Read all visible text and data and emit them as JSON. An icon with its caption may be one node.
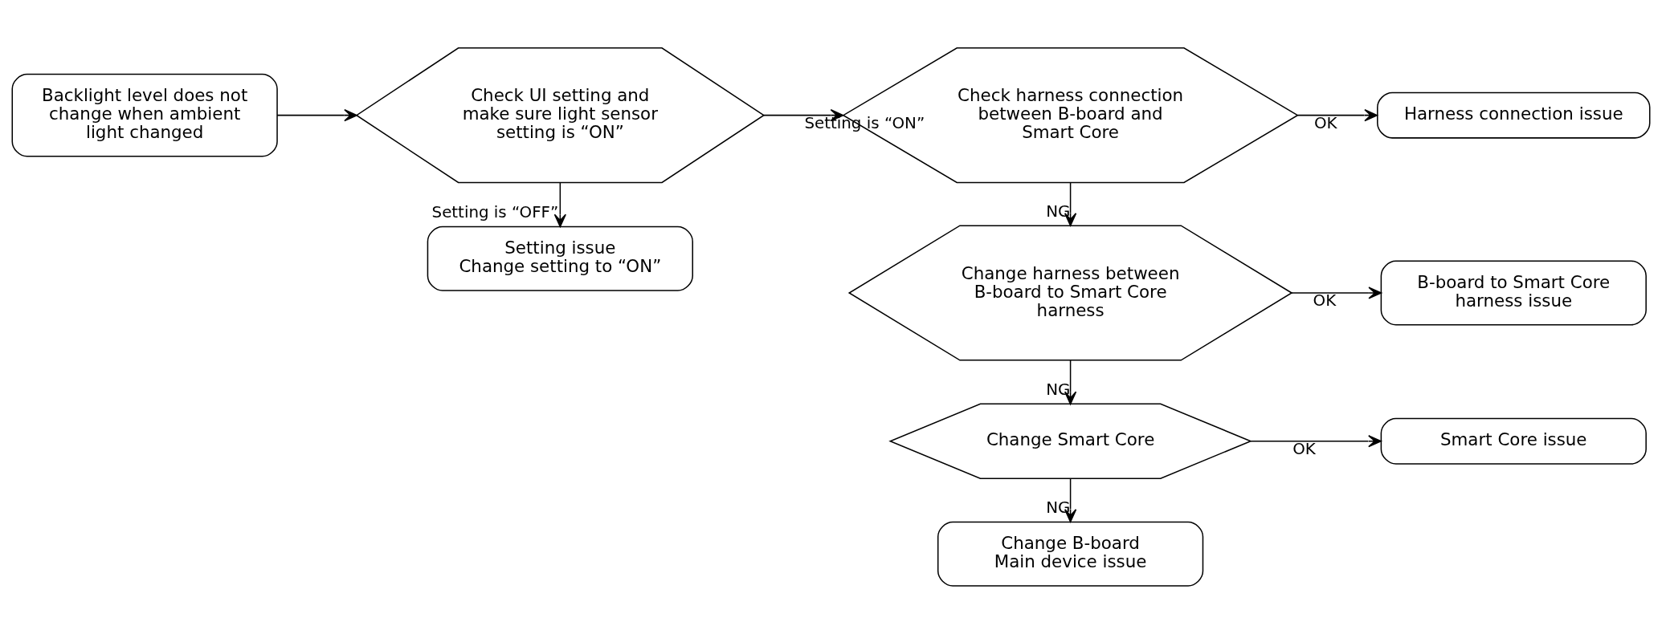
{
  "diagram": {
    "nodes": [
      {
        "text": [
          "Backlight level does not change when ambient light changed"
        ]
      },
      {
        "text": [
          "Check UI setting and make sure light sensor setting is “ON”"
        ]
      },
      {
        "text": [
          "Check harness connection between B-board and Smart Core"
        ]
      },
      {
        "text": [
          "Harness connection issue"
        ]
      },
      {
        "text": [
          "Setting issue",
          "Change setting to “ON”"
        ]
      },
      {
        "text": [
          "Change harness between B-board to Smart Core harness"
        ]
      },
      {
        "text": [
          "B-board to Smart Core harness issue"
        ]
      },
      {
        "text": [
          "Change Smart Core"
        ]
      },
      {
        "text": [
          "Smart Core issue"
        ]
      },
      {
        "text": [
          "Change B-board",
          "Main device issue"
        ]
      }
    ],
    "edges": [
      {
        "from": 0,
        "to": 1,
        "arrow": "to"
      },
      {
        "from": 1,
        "to": 2,
        "arrow": "to",
        "label": "Setting is “ON”"
      },
      {
        "from": 1,
        "to": 4,
        "arrow": "to",
        "label": "Setting is “OFF”"
      },
      {
        "from": 2,
        "to": 3,
        "arrow": "to",
        "label": "OK"
      },
      {
        "from": 2,
        "to": 5,
        "arrow": "to",
        "label": "NG"
      },
      {
        "from": 5,
        "to": 6,
        "arrow": "to",
        "label": "OK"
      },
      {
        "from": 5,
        "to": 7,
        "arrow": "to",
        "label": "NG"
      },
      {
        "from": 7,
        "to": 8,
        "arrow": "to",
        "label": "OK"
      },
      {
        "from": 7,
        "to": 9,
        "arrow": "to",
        "label": "NG"
      }
    ]
  }
}
